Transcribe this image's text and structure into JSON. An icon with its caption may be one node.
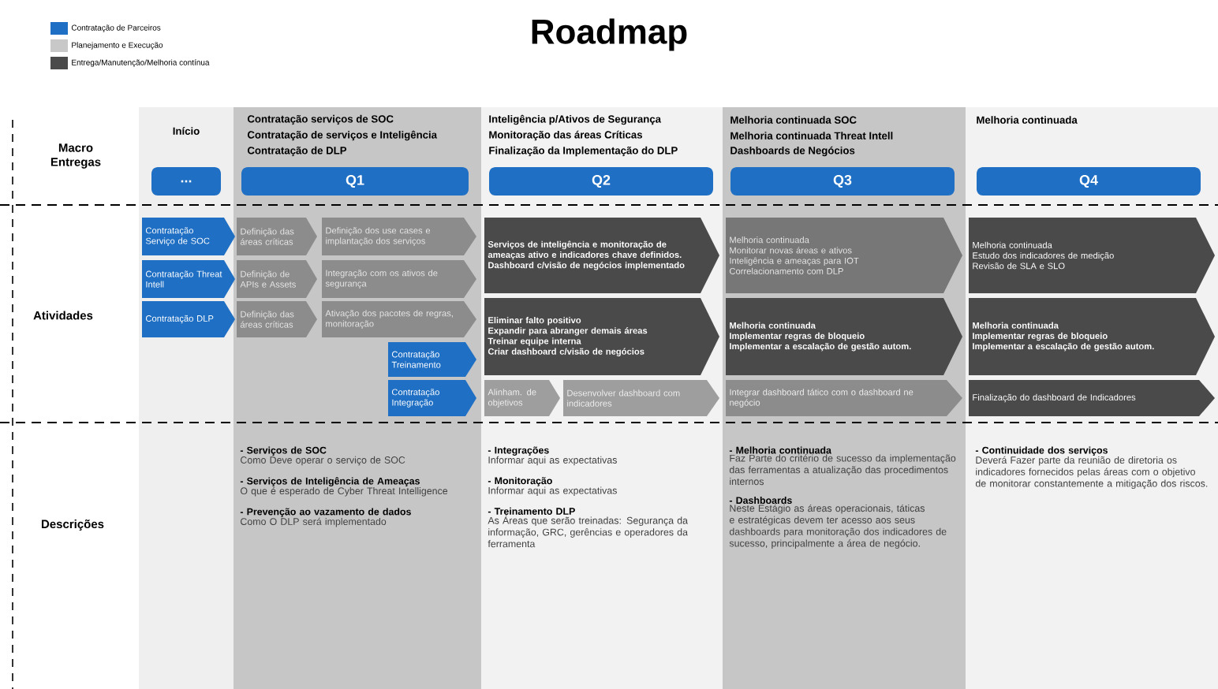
{
  "diagram": {
    "title": "Roadmap",
    "nodes": [
      {
        "text": [
          "..."
        ],
        "beside": [
          "Início"
        ]
      },
      {
        "text": [
          "Q1"
        ],
        "beside": [
          "Contratação serviços de SOC",
          "Contratação de serviços e Inteligência",
          "Contratação de DLP"
        ]
      },
      {
        "text": [
          "Q2"
        ],
        "beside": [
          "Inteligência p/Ativos de Segurança",
          "Monitoração das áreas Críticas",
          "Finalização da Implementação do DLP"
        ]
      },
      {
        "text": [
          "Q3"
        ],
        "beside": [
          "Melhoria continuada SOC",
          "Melhoria continuada Threat Intell",
          "Dashboards de Negócios"
        ]
      },
      {
        "text": [
          "Q4"
        ]
      },
      {
        "text": [
          "Contratação Serviço de SOC"
        ]
      },
      {
        "text": [
          "Contratação Threat Intell"
        ]
      },
      {
        "text": [
          "Contratação DLP"
        ]
      },
      {
        "text": [
          "Definição das áreas críticas"
        ]
      },
      {
        "text": [
          "Definição dos use cases e implantação dos serviços"
        ]
      },
      {
        "text": [
          "Definição de APIs e Assets"
        ]
      },
      {
        "text": [
          "Integração com os ativos de segurança"
        ]
      },
      {
        "text": [
          "Definição das áreas críticas"
        ]
      },
      {
        "text": [
          "Ativação dos pacotes de regras, monitoração"
        ]
      },
      {
        "text": [
          "Contratação Treinamento"
        ]
      },
      {
        "text": [
          "Contratação Integração"
        ]
      },
      {
        "text": [
          "Serviços de inteligência e monitoração de ameaças ativo e indicadores chave definidos.",
          "Dashboard c/visão de negócios implementado"
        ]
      },
      {
        "text": [
          "Eliminar falto positivo",
          "Expandir para abranger demais áreas",
          "Treinar equipe interna",
          "Criar dashboard c/visão de negócios"
        ]
      },
      {
        "text": [
          "Alinham. de objetivos"
        ]
      },
      {
        "text": [
          "Desenvolver dashboard com indicadores"
        ]
      },
      {
        "text": [
          "Melhoria continuada",
          "Monitorar novas áreas e ativos",
          "Inteligência e ameaças para IOT",
          "Correlacionamento com DLP"
        ]
      },
      {
        "text": [
          "Melhoria continuada",
          "Implementar regras de bloqueio",
          "Implementar a escalação de gestão autom."
        ]
      },
      {
        "text": [
          "Integrar dashboard tático com o dashboard ne negócio"
        ]
      },
      {
        "text": [
          "Melhoria continuada",
          "Estudo dos indicadores de medição",
          "Revisão de SLA e SLO"
        ]
      },
      {
        "text": [
          "Melhoria continuada",
          "Implementar regras de bloqueio",
          "Implementar a escalação de gestão autom."
        ]
      },
      {
        "text": [
          "Finalização do dashboard de Indicadores"
        ]
      }
    ],
    "labels": [
      "Macro Entregas",
      "Atividades",
      "Descrições",
      "Melhoria continuada",
      "- Serviços de SOC",
      "Como Deve operar o serviço de SOC",
      "- Serviços de Inteligência de Ameaças",
      "O que é esperado de Cyber Threat Intelligence",
      "- Prevenção ao vazamento de dados",
      "Como O DLP será implementado",
      "- Integrações",
      "Informar aqui as expectativas",
      "- Monitoração",
      "Informar aqui as expectativas",
      "- Treinamento DLP",
      "As Áreas que serão treinadas: Segurança da informação, GRC, gerências e operadores da ferramenta",
      "- Melhoria continuada",
      "Faz Parte do critério de sucesso da implementação das ferramentas a atualização das procedimentos internos",
      "- Dashboards",
      "Neste Estágio as áreas operacionais, táticas e estratégicas devem ter acesso aos seus dashboards para monitoração dos indicadores de sucesso, principalmente a área de negócio.",
      "- Continuidade dos serviços",
      "Deverá Fazer parte da reunião de diretoria os indicadores fornecidos pelas áreas com o objetivo de monitorar constantemente a mitigação dos riscos."
    ],
    "legend": [
      {
        "text": "Contratação de Parceiros",
        "color": "#1f6fc4"
      },
      {
        "text": "Planejamento e Execução",
        "color": "#c8c8c8"
      },
      {
        "text": "Entrega/Manutenção/Melhoria contínua",
        "color": "#4a4a4a"
      }
    ]
  }
}
